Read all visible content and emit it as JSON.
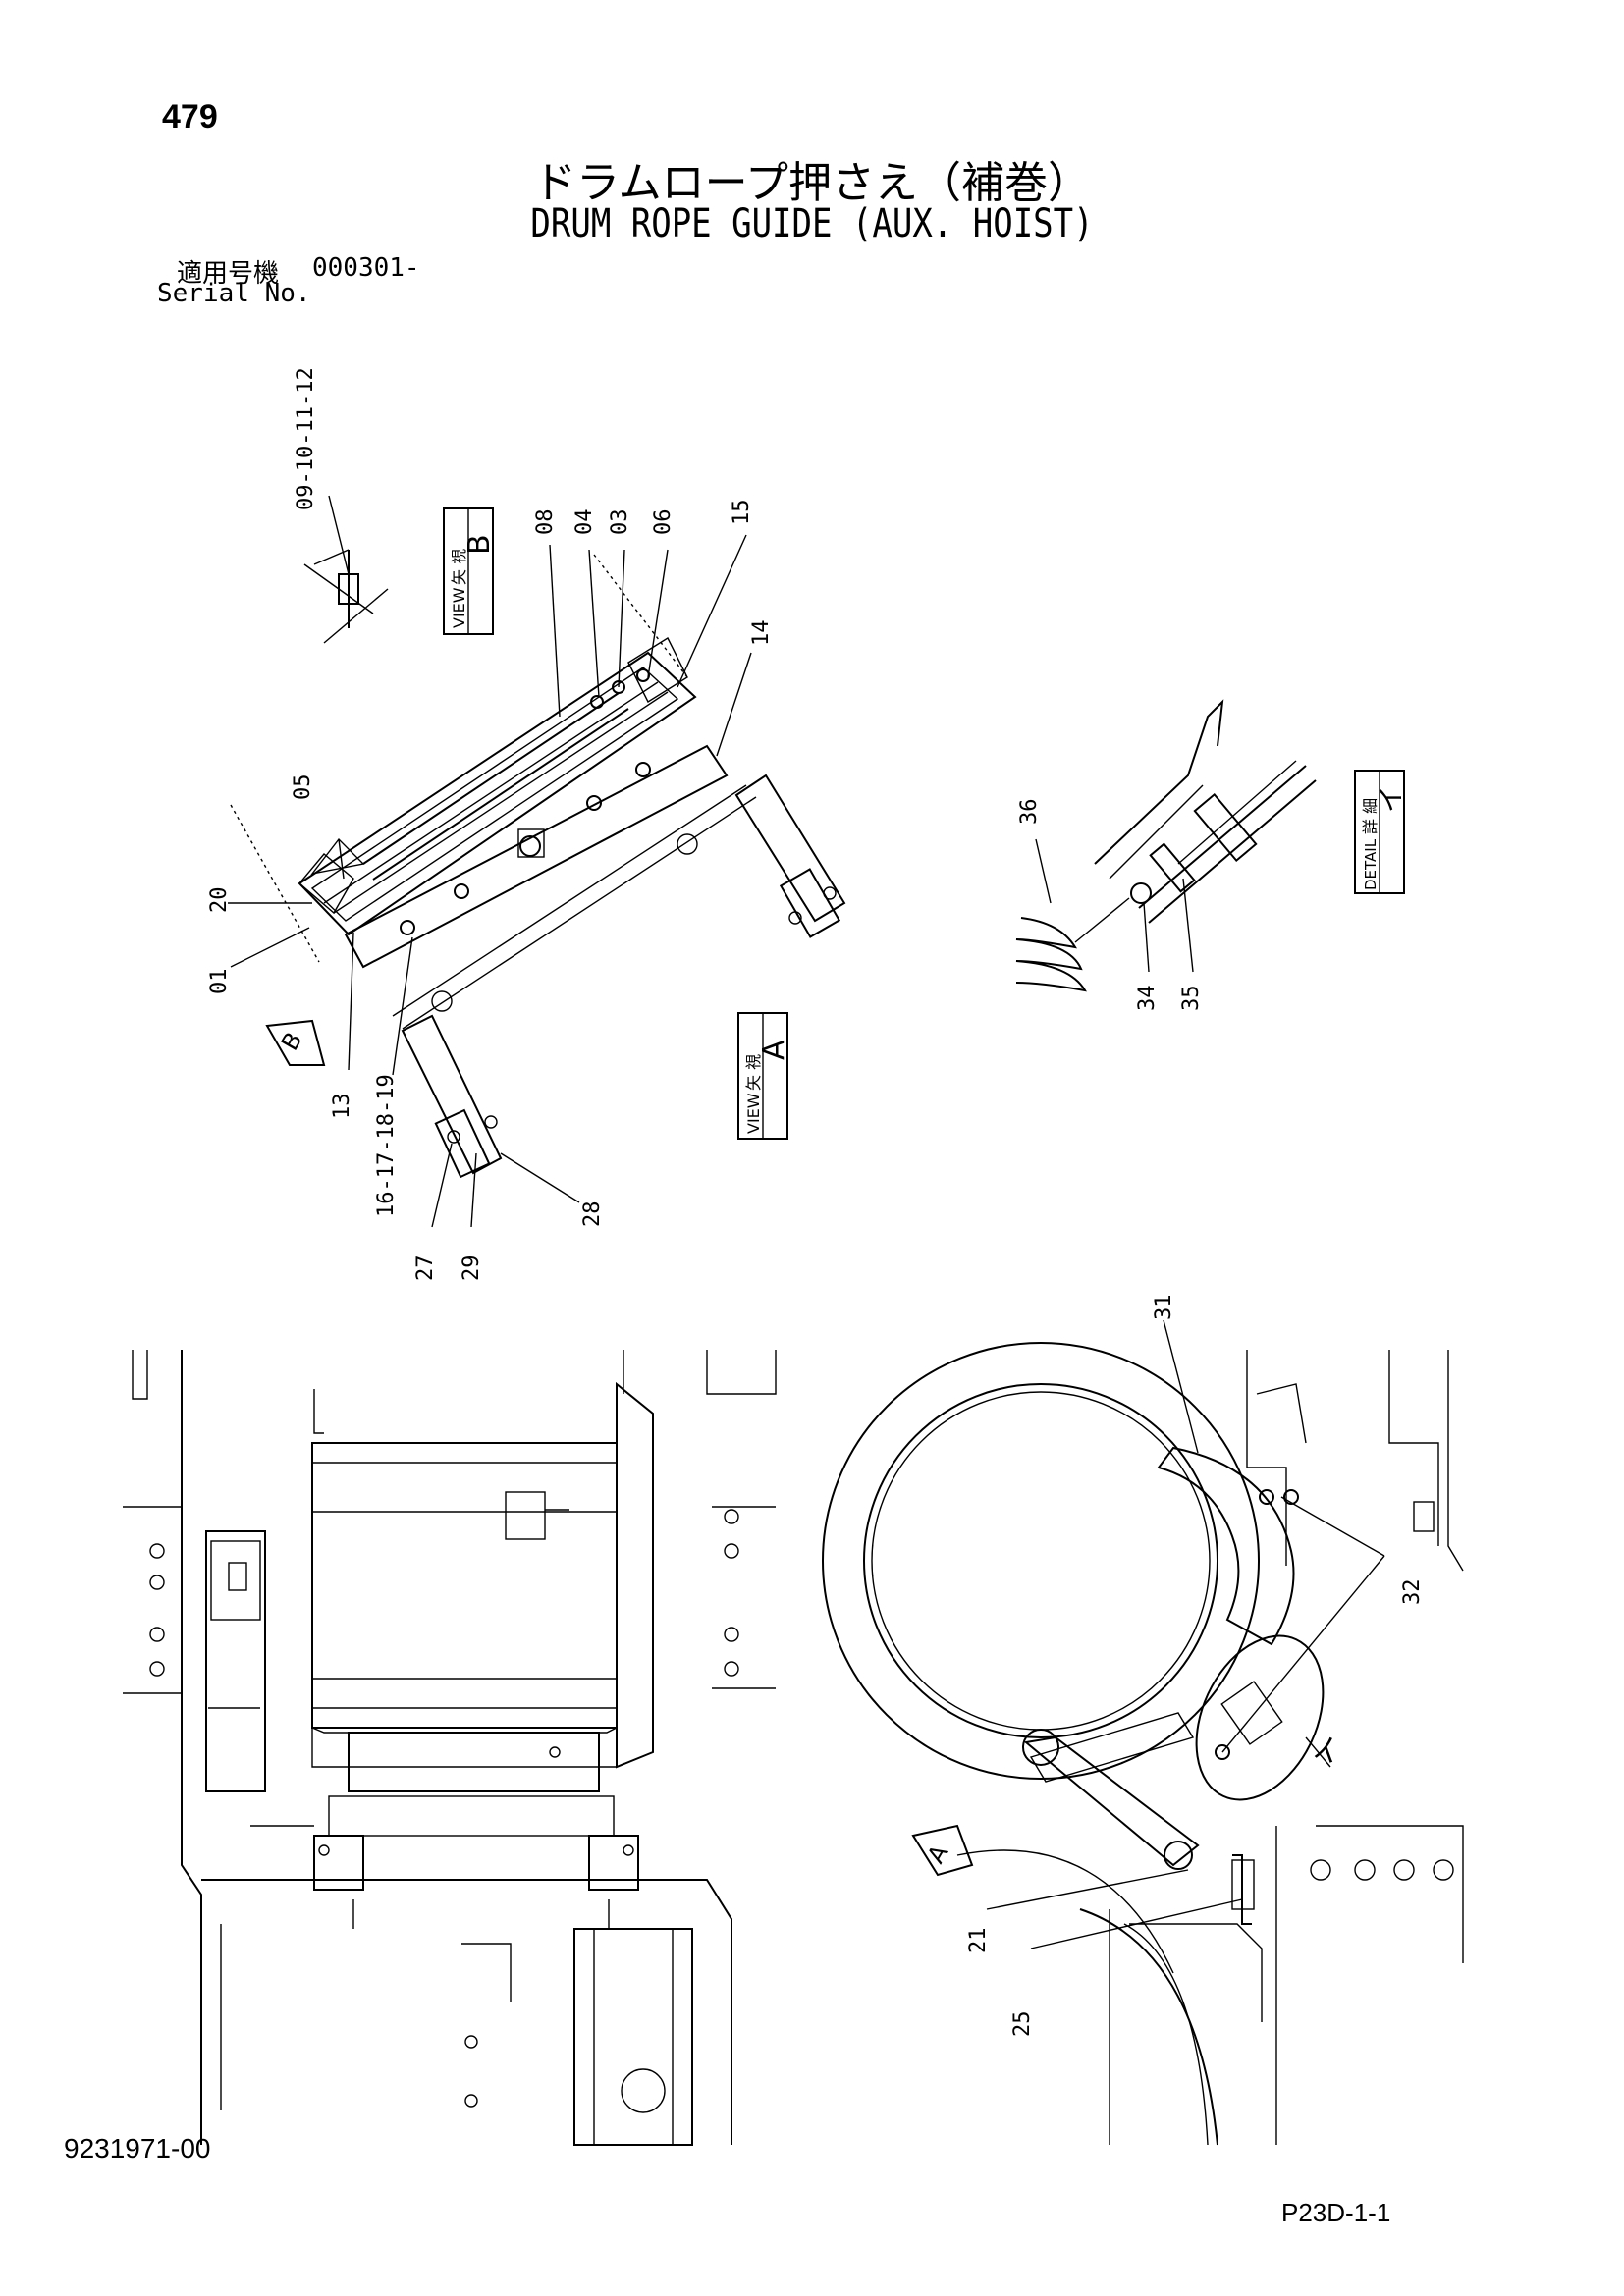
{
  "page_number": "479",
  "title_jp": "ドラムロープ押さえ（補巻）",
  "title_en": "DRUM ROPE GUIDE (AUX. HOIST)",
  "serial_label_jp": "適用号機",
  "serial_value": "000301-",
  "serial_label_en": "Serial No.",
  "doc_number": "9231971-00",
  "page_code": "P23D-1-1",
  "view_b": {
    "jp": "矢 視",
    "en": "VIEW",
    "letter": "B"
  },
  "view_a": {
    "jp": "矢 視",
    "en": "VIEW",
    "letter": "A"
  },
  "detail_i": {
    "jp": "詳 細",
    "en": "DETAIL",
    "letter": "イ"
  },
  "callouts": {
    "c_09_12": "09-10-11-12",
    "c_08": "08",
    "c_04": "04",
    "c_03": "03",
    "c_06": "06",
    "c_15": "15",
    "c_14": "14",
    "c_05": "05",
    "c_20": "20",
    "c_01": "01",
    "c_13": "13",
    "c_16_19": "16-17-18-19",
    "c_27": "27",
    "c_29": "29",
    "c_28": "28",
    "c_36": "36",
    "c_34": "34",
    "c_35": "35",
    "c_31": "31",
    "c_32": "32",
    "c_21": "21",
    "c_25": "25"
  },
  "arrow_b": "B",
  "arrow_a": "A",
  "detail_marker": "イ"
}
